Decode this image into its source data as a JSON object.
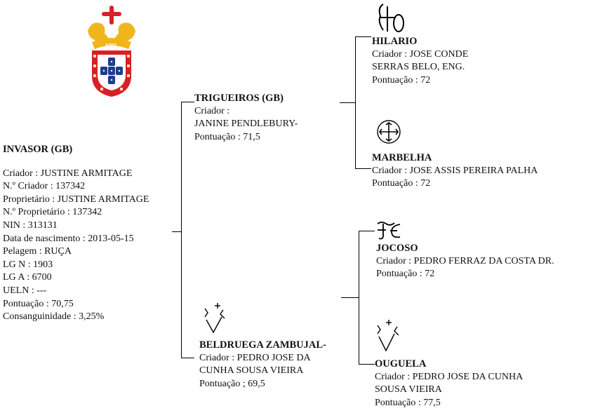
{
  "logo": {
    "icon": "apsl-coat-of-arms-icon",
    "text": "APSL",
    "colors": {
      "red": "#d91f26",
      "gold": "#f1b51c",
      "blue": "#1d3d8f"
    }
  },
  "subject": {
    "name": "INVASOR (GB)",
    "lines": [
      "Criador : JUSTINE ARMITAGE",
      "N.º Criador : 137342",
      "Proprietário : JUSTINE ARMITAGE",
      "N.º Proprietário : 137342",
      "NIN : 313131",
      "Data de nascimento : 2013-05-15",
      "Pelagem : RUÇA",
      "LG N : 1903",
      "LG A : 6700",
      "UELN : ---",
      "Pontuação : 70,75",
      "Consanguinidade : 3,25%"
    ]
  },
  "sire": {
    "name": "TRIGUEIROS (GB)",
    "lines": [
      "Criador :",
      "JANINE PENDLEBURY-",
      "Pontuação : 71,5"
    ]
  },
  "dam": {
    "name": "BELDRUEGA ZAMBUJAL-",
    "lines": [
      "Criador : PEDRO JOSE DA",
      "CUNHA SOUSA VIEIRA",
      "Pontuação ; 69,5"
    ],
    "icon": "brand-mark-icon"
  },
  "sire_sire": {
    "name": "HILARIO",
    "lines": [
      "Criador : JOSE CONDE",
      "SERRAS BELO, ENG.",
      "Pontuação : 72"
    ],
    "icon": "brand-mark-icon"
  },
  "sire_dam": {
    "name": "MARBELHA",
    "lines": [
      "Criador : JOSE ASSIS PEREIRA PALHA",
      "Pontuação : 72"
    ],
    "icon": "brand-mark-icon"
  },
  "dam_sire": {
    "name": "JOCOSO",
    "lines": [
      "Criador : PEDRO FERRAZ DA COSTA DR.",
      "Pontuação : 72"
    ],
    "icon": "brand-mark-icon"
  },
  "dam_dam": {
    "name": "OUGUELA",
    "lines": [
      "Criador : PEDRO JOSE DA CUNHA",
      "SOUSA VIEIRA",
      "Pontuação : 77,5"
    ],
    "icon": "brand-mark-icon"
  }
}
